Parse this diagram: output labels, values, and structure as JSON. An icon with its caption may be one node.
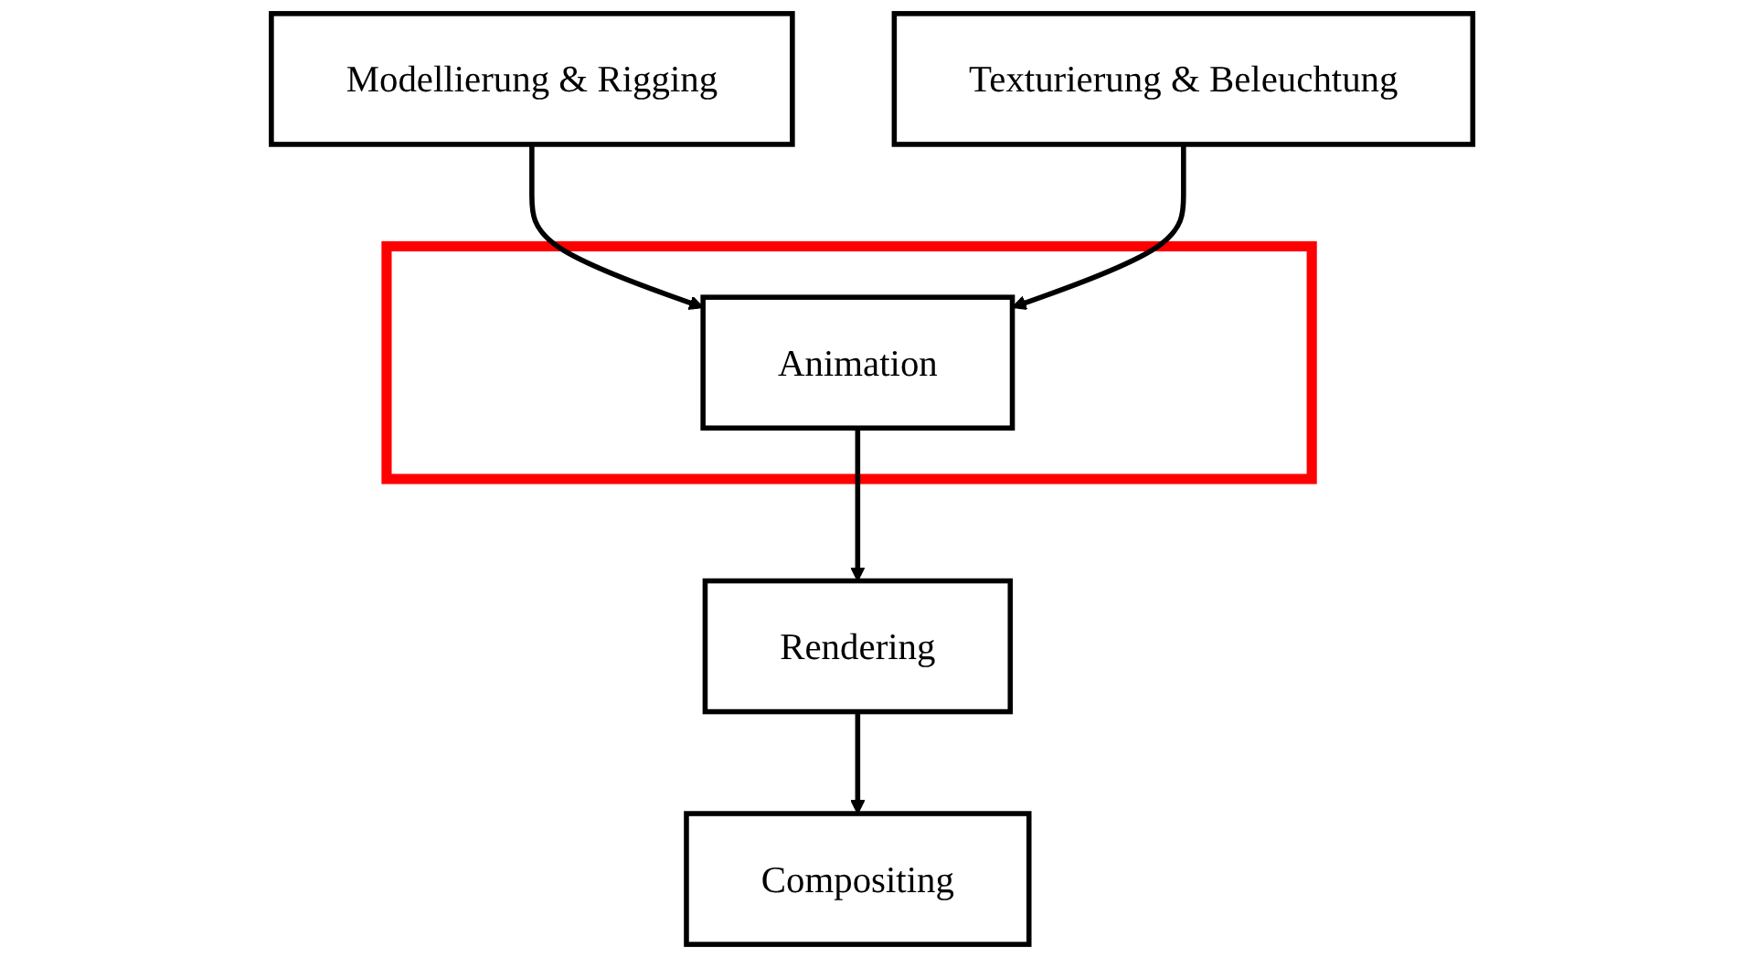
{
  "diagram": {
    "nodes": [
      {
        "text": [
          "Modellierung & Rigging"
        ]
      },
      {
        "text": [
          "Texturierung & Beleuchtung"
        ]
      },
      {
        "text": [],
        "shape": "box"
      },
      {
        "text": [
          "Animation"
        ],
        "in": 2
      },
      {
        "text": [
          "Rendering"
        ]
      },
      {
        "text": [
          "Compositing"
        ]
      }
    ],
    "edges": [
      {
        "from": 0,
        "to": 3,
        "arrow": "to"
      },
      {
        "from": 1,
        "to": 3,
        "arrow": "to"
      },
      {
        "from": 3,
        "to": 4,
        "arrow": "to"
      },
      {
        "from": 4,
        "to": 5,
        "arrow": "to"
      }
    ]
  }
}
